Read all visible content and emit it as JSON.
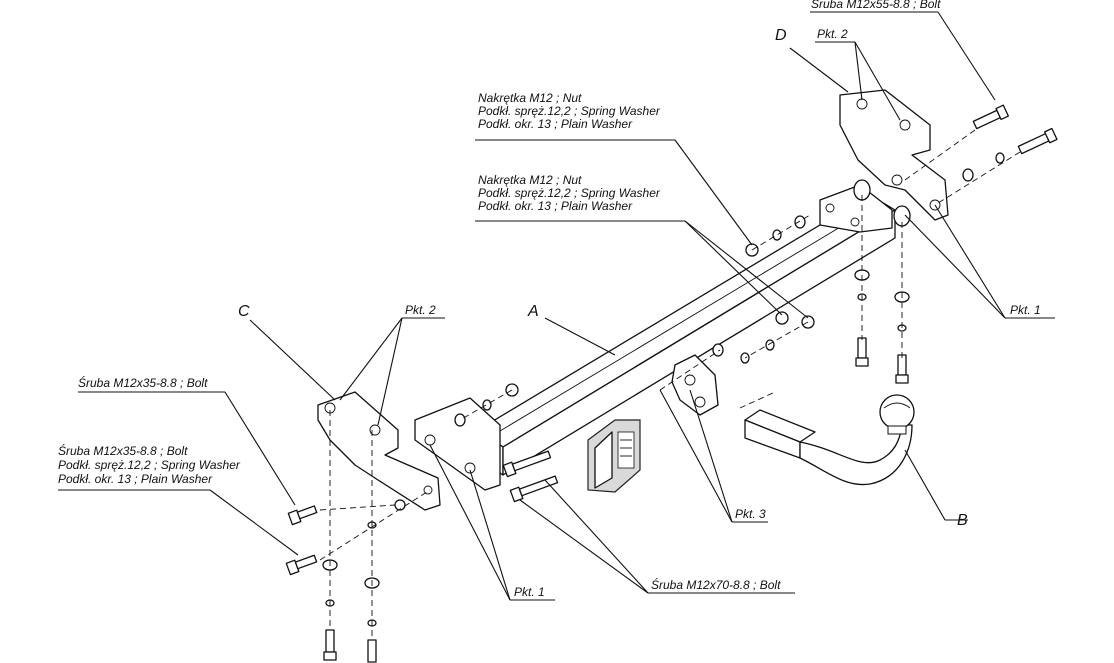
{
  "labels": {
    "bolt_top": "Śruba M12x55-8.8 ;  Bolt",
    "letter_d": "D",
    "pkt2_top": "Pkt. 2",
    "nut_group_1": {
      "line1": "Nakrętka  M12 ; Nut",
      "line2": "Podkł. spręż.12,2 ; Spring Washer",
      "line3": "Podkł. okr. 13 ; Plain Washer"
    },
    "nut_group_2": {
      "line1": "Nakrętka  M12 ; Nut",
      "line2": "Podkł. spręż.12,2 ; Spring Washer",
      "line3": "Podkł. okr. 13 ; Plain Washer"
    },
    "letter_c": "C",
    "pkt2_left": "Pkt. 2",
    "letter_a": "A",
    "pkt1_right": "Pkt. 1",
    "bolt_left_1": "Śruba M12x35-8.8 ;  Bolt",
    "bolt_left_2": {
      "line1": "Śruba M12x35-8.8 ;  Bolt",
      "line2": "Podkł. spręż.12,2 ; Spring Washer",
      "line3": "Podkł. okr. 13 ; Plain Washer"
    },
    "letter_b": "B",
    "pkt3": "Pkt. 3",
    "pkt1_bottom": "Pkt. 1",
    "bolt_bottom": "Śruba M12x70-8.8 ;  Bolt"
  }
}
